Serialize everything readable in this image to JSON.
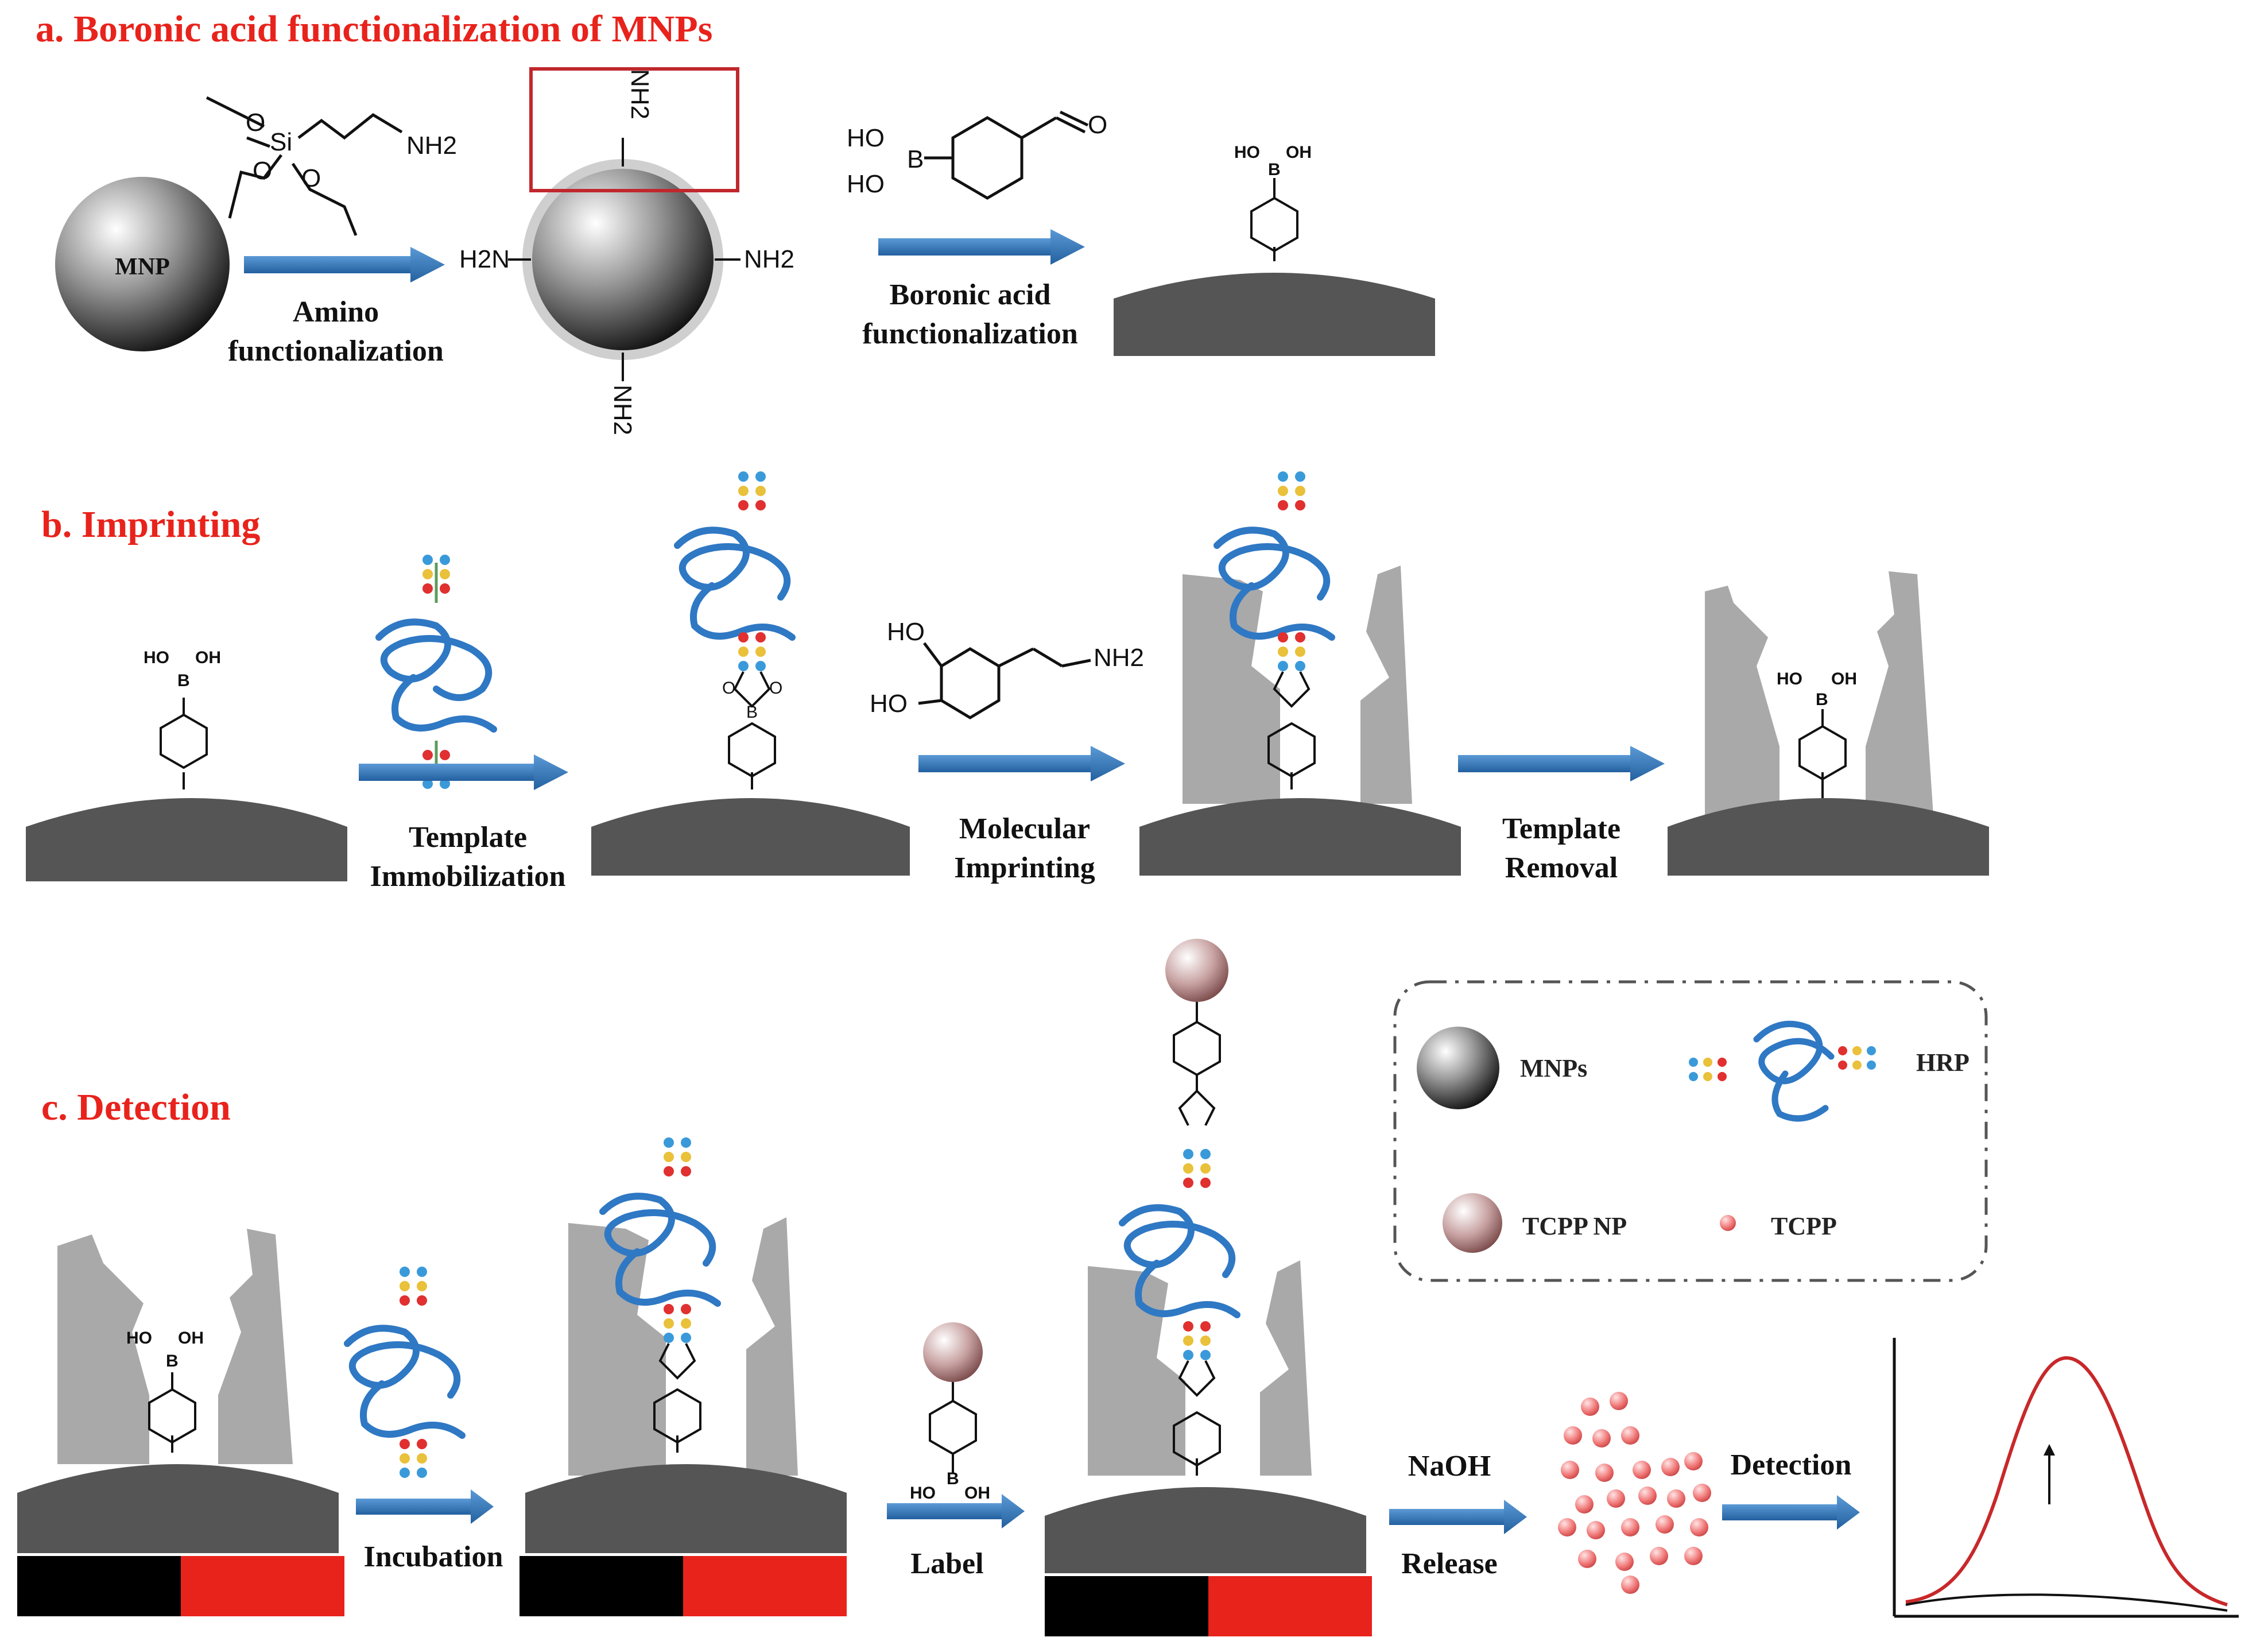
{
  "colors": {
    "title_red": "#e8231c",
    "arrow_blue": "#2f78c4",
    "surface_dark": "#555555",
    "polymer_grey": "#a9a9a9",
    "protein_blue": "#2f78c4",
    "curve_red": "#c8282a",
    "bar_black": "#000000",
    "bar_red": "#e8231c"
  },
  "section_a": {
    "title": "a. Boronic acid functionalization of MNPs",
    "mnp_label": "MNP",
    "step1_line1": "Amino",
    "step1_line2": "functionalization",
    "step2_line1": "Boronic acid",
    "step2_line2": "functionalization",
    "aptes_groups": {
      "si": "Si",
      "o": "O",
      "nh2": "NH2"
    },
    "amine_label": "NH2",
    "amine_left": "H2N",
    "reagent_ho": "HO",
    "reagent_b": "B",
    "reagent_o": "O",
    "boronic_ho": "HO",
    "boronic_oh": "OH",
    "boronic_b": "B"
  },
  "section_b": {
    "title": "b. Imprinting",
    "step1_line1": "Template",
    "step1_line2": "Immobilization",
    "step2_line1": "Molecular",
    "step2_line2": "Imprinting",
    "step3_line1": "Template",
    "step3_line2": "Removal",
    "dopamine": {
      "ho1": "HO",
      "ho2": "HO",
      "nh2": "NH2"
    },
    "boronic_ho": "HO",
    "boronic_oh": "OH",
    "boronic_b": "B",
    "ester_o": "O",
    "ester_b": "B"
  },
  "section_c": {
    "title": "c. Detection",
    "step1": "Incubation",
    "step2": "Label",
    "step3_top": "NaOH",
    "step3_bottom": "Release",
    "step4": "Detection"
  },
  "legend": {
    "mnps": "MNPs",
    "hrp": "HRP",
    "tcpp_np": "TCPP NP",
    "tcpp": "TCPP"
  }
}
